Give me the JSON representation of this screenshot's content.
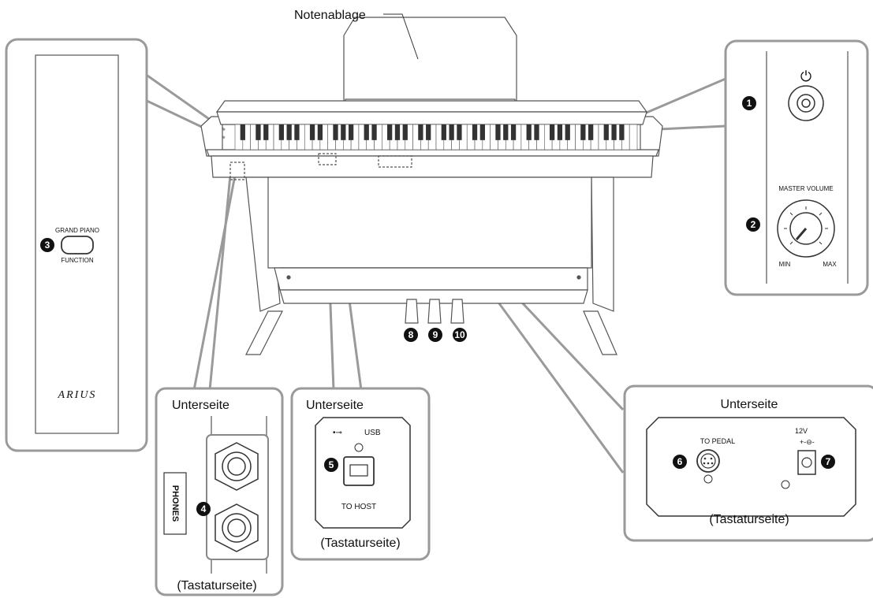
{
  "labels": {
    "music_rest": "Notenablage",
    "bottom_side_left": "Unterseite",
    "bottom_side_mid": "Unterseite",
    "bottom_side_right": "Unterseite",
    "keyboard_side_left": "(Tastaturseite)",
    "keyboard_side_mid": "(Tastaturseite)",
    "keyboard_side_right": "(Tastaturseite)"
  },
  "panel_text": {
    "power_symbol": "⏻",
    "master_volume": "MASTER VOLUME",
    "min": "MIN",
    "max": "MAX",
    "grand_piano": "GRAND PIANO",
    "function": "FUNCTION",
    "brand": "ARIUS",
    "phones": "PHONES",
    "usb": "USB",
    "to_host": "TO HOST",
    "to_pedal": "TO PEDAL",
    "dc_in": "12V"
  },
  "numbers": {
    "n1": "1",
    "n2": "2",
    "n3": "3",
    "n4": "4",
    "n5": "5",
    "n6": "6",
    "n7": "7",
    "n8": "8",
    "n9": "9",
    "n10": "10"
  },
  "colors": {
    "stroke": "#666666",
    "fill": "#ffffff",
    "callout": "#999999"
  }
}
